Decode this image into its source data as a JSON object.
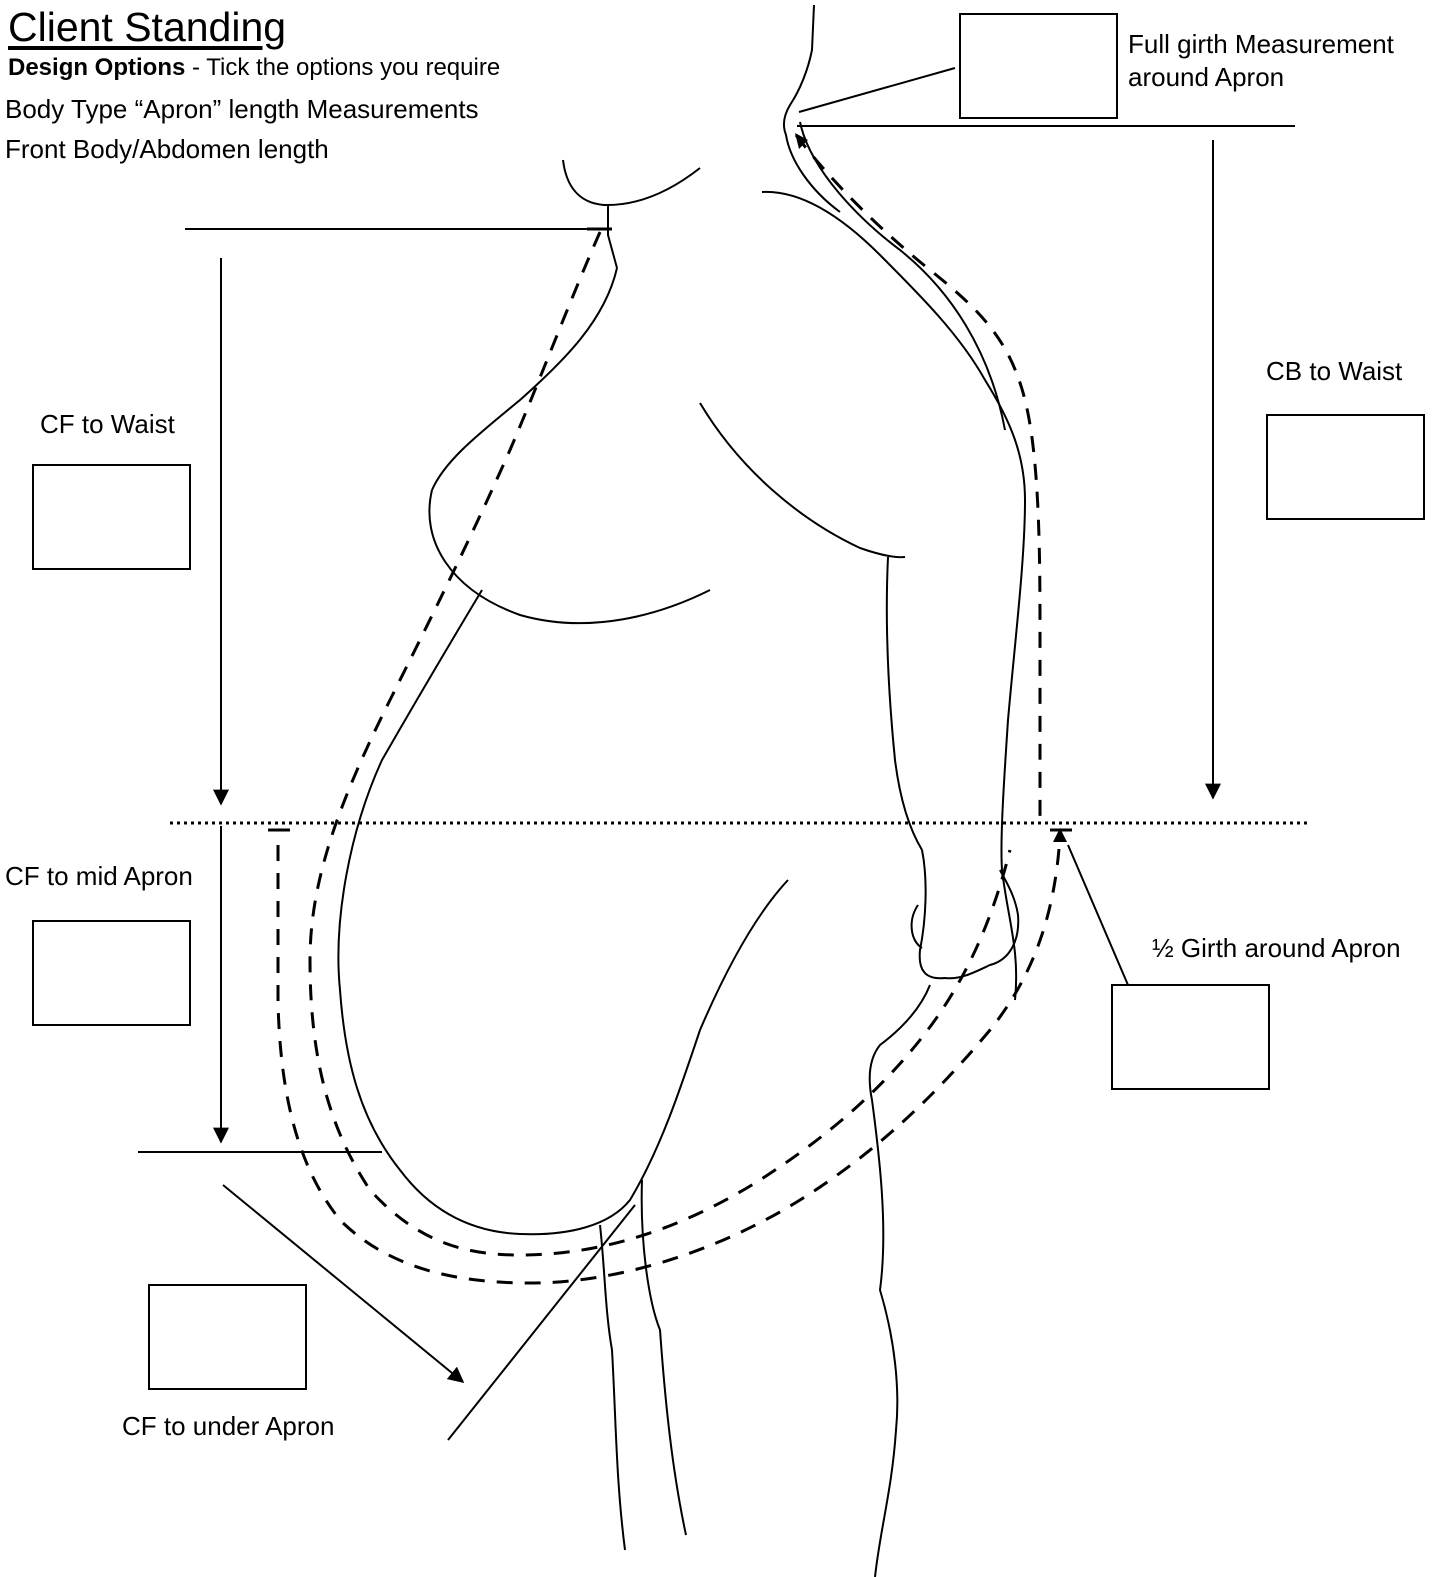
{
  "header": {
    "title": "Client Standing",
    "design_options_bold": "Design Options",
    "design_options_text": " - Tick the options you require",
    "line_body_type": "Body Type “Apron” length Measurements",
    "line_front_body": "Front Body/Abdomen length"
  },
  "labels": {
    "full_girth_line1": "Full girth Measurement",
    "full_girth_line2": "around Apron",
    "cb_to_waist": "CB to Waist",
    "cf_to_waist": "CF to Waist",
    "cf_to_mid_apron": "CF to mid Apron",
    "half_girth": "½ Girth around Apron",
    "cf_to_under_apron": "CF to under Apron"
  },
  "boxes": {
    "full_girth": "",
    "cb_to_waist": "",
    "cf_to_waist": "",
    "cf_to_mid_apron": "",
    "half_girth": "",
    "cf_to_under_apron": ""
  }
}
